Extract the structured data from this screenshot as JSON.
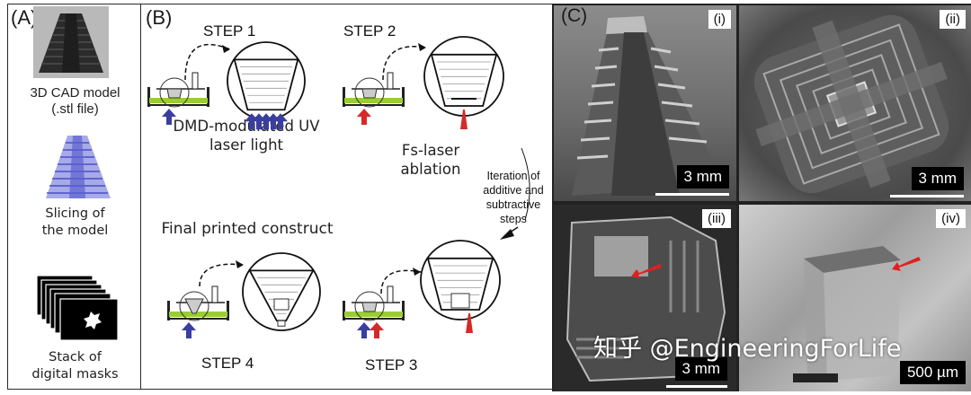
{
  "panel_a": {
    "label": "(A)",
    "items": [
      {
        "caption_line1": "3D CAD model",
        "caption_line2": "(.stl file)"
      },
      {
        "caption_line1": "Slicing of",
        "caption_line2": "the model"
      },
      {
        "caption_line1": "Stack of",
        "caption_line2": "digital masks"
      }
    ]
  },
  "panel_b": {
    "label": "(B)",
    "steps": [
      {
        "title": "STEP 1",
        "desc_line1": "DMD-modulated UV",
        "desc_line2": "laser light"
      },
      {
        "title": "STEP 2",
        "desc_line1": "Fs-laser",
        "desc_line2": "ablation"
      },
      {
        "title": "STEP 3"
      },
      {
        "title": "STEP 4",
        "heading": "Final printed construct"
      }
    ],
    "iteration_note": [
      "Iteration of",
      "additive and",
      "subtractive",
      "steps"
    ],
    "colors": {
      "uv_arrow": "#3a3f9e",
      "fs_arrow": "#d42a2a",
      "resin": "#9acd32"
    }
  },
  "panel_c": {
    "label": "(C)",
    "photos": [
      {
        "label": "(i)",
        "scale": "3 mm"
      },
      {
        "label": "(ii)",
        "scale": "3 mm"
      },
      {
        "label": "(iii)",
        "scale": "3 mm"
      },
      {
        "label": "(iv)",
        "scale": "500 µm"
      }
    ]
  },
  "watermark": "知乎 @EngineeringForLife"
}
